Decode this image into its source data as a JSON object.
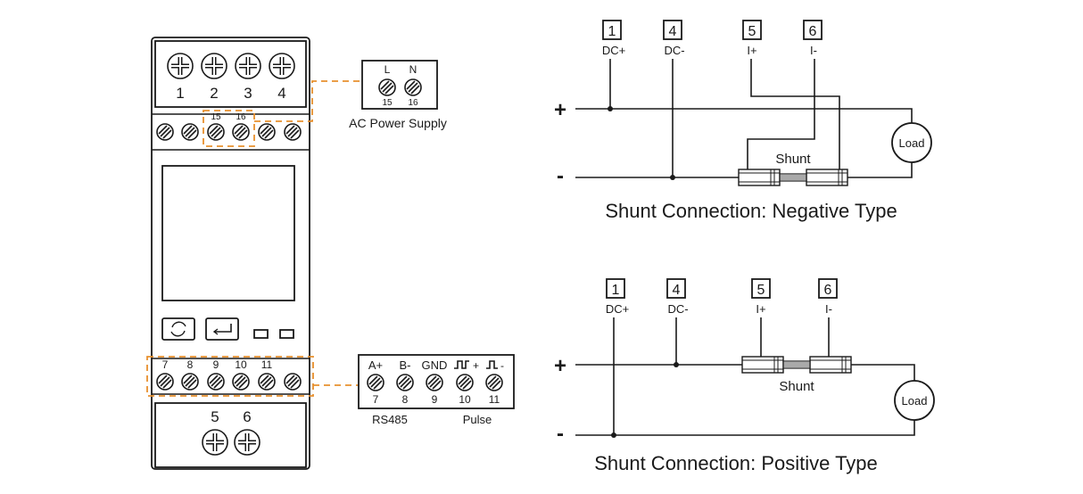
{
  "meter": {
    "top_terminals": [
      "1",
      "2",
      "3",
      "4"
    ],
    "aux_terminals": [
      "15",
      "16"
    ],
    "comm_terminals": [
      "7",
      "8",
      "9",
      "10",
      "11"
    ],
    "bottom_terminals": [
      "5",
      "6"
    ]
  },
  "ac_supply": {
    "label": "AC Power Supply",
    "terminals": [
      {
        "name": "L",
        "number": "15"
      },
      {
        "name": "N",
        "number": "16"
      }
    ]
  },
  "comm_block": {
    "terminals": [
      {
        "name": "A+",
        "number": "7"
      },
      {
        "name": "B-",
        "number": "8"
      },
      {
        "name": "GND",
        "number": "9"
      },
      {
        "name": "+",
        "number": "10"
      },
      {
        "name": "-",
        "number": "11"
      }
    ],
    "group_labels": [
      "RS485",
      "Pulse"
    ]
  },
  "negative": {
    "caption": "Shunt Connection: Negative Type",
    "terminals": [
      {
        "num": "1",
        "label": "DC+"
      },
      {
        "num": "4",
        "label": "DC-"
      },
      {
        "num": "5",
        "label": "I+"
      },
      {
        "num": "6",
        "label": "I-"
      }
    ],
    "plus": "+",
    "minus": "-",
    "shunt": "Shunt",
    "load": "Load"
  },
  "positive": {
    "caption": "Shunt Connection: Positive Type",
    "terminals": [
      {
        "num": "1",
        "label": "DC+"
      },
      {
        "num": "4",
        "label": "DC-"
      },
      {
        "num": "5",
        "label": "I+"
      },
      {
        "num": "6",
        "label": "I-"
      }
    ],
    "plus": "+",
    "minus": "-",
    "shunt": "Shunt",
    "load": "Load"
  },
  "colors": {
    "line": "#1a1a1a",
    "highlight": "#e8902e"
  }
}
